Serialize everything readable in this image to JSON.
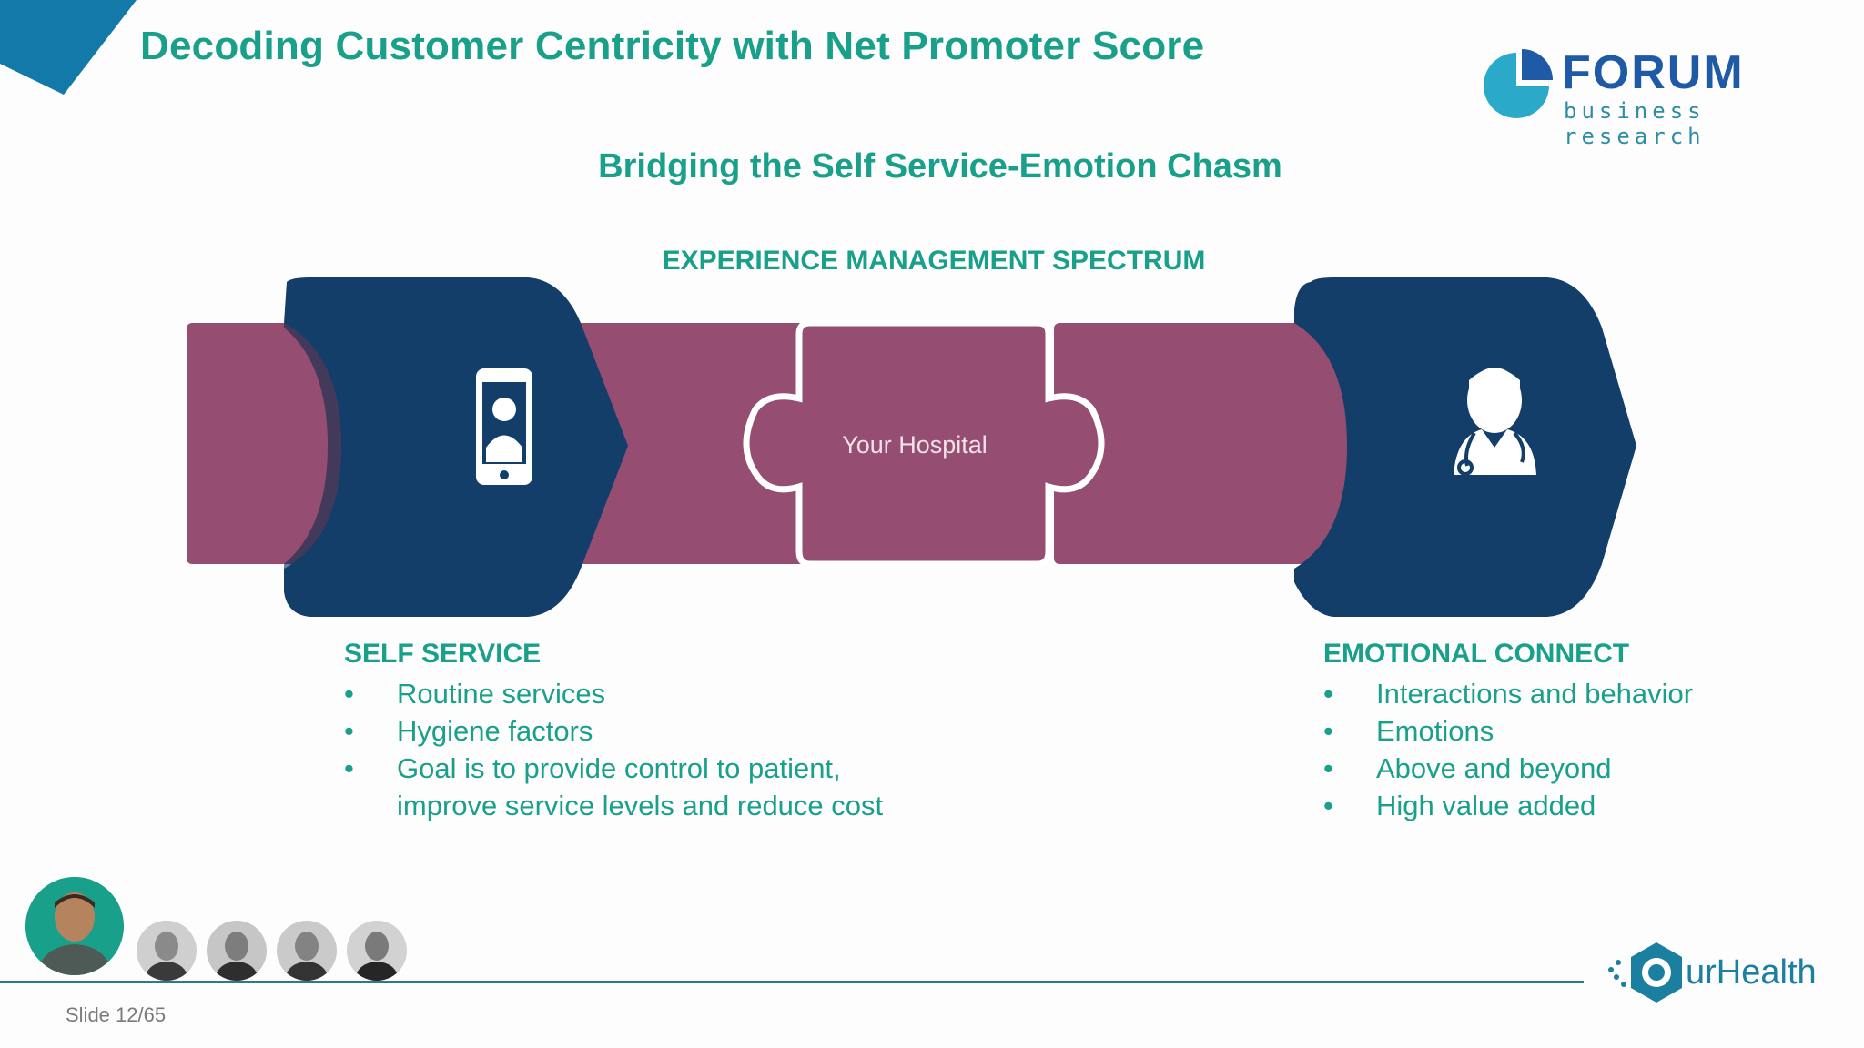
{
  "slide": {
    "title": "Decoding Customer Centricity with Net Promoter Score",
    "subtitle": "Bridging the Self Service-Emotion Chasm",
    "spectrum_label": "EXPERIENCE MANAGEMENT SPECTRUM",
    "center_label": "Your Hospital",
    "slide_number": "Slide 12/65"
  },
  "logos": {
    "forum_word": "FORUM",
    "forum_sub": "business research",
    "qurhealth_text": "urHealth",
    "qurhealth_letter": "Q"
  },
  "left_column": {
    "heading": "SELF SERVICE",
    "items": [
      "Routine services",
      "Hygiene factors",
      "Goal is to provide control to patient, improve service levels and reduce cost"
    ]
  },
  "right_column": {
    "heading": "EMOTIONAL CONNECT",
    "items": [
      "Interactions and behavior",
      "Emotions",
      "Above and beyond",
      "High value added"
    ]
  },
  "colors": {
    "accent_teal": "#19a08a",
    "band_plum": "#954e72",
    "badge_navy": "#133e6a",
    "corner_blue": "#1279a8"
  },
  "icons": [
    "smartphone-user-icon",
    "doctor-stethoscope-icon",
    "puzzle-piece-icon"
  ]
}
